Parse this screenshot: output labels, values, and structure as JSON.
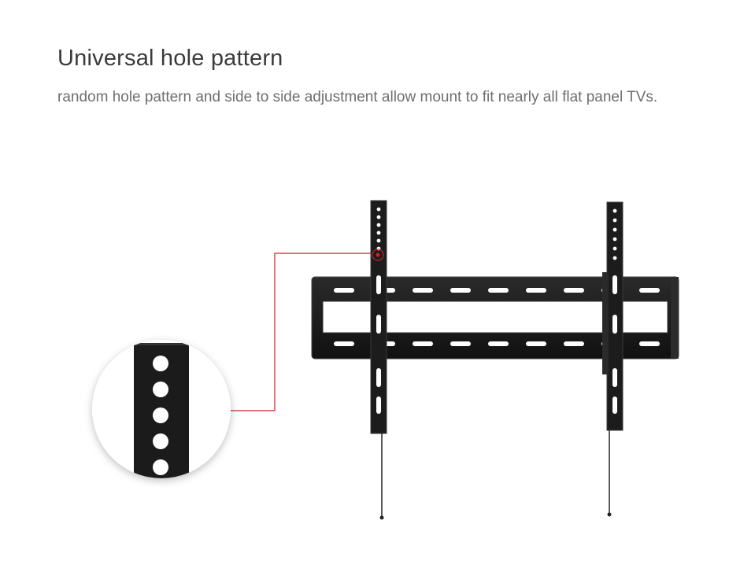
{
  "heading": {
    "title": "Universal hole pattern",
    "subtitle": "random hole pattern and side to side adjustment allow mount to fit nearly all flat panel TVs."
  },
  "colors": {
    "metal": "#1a1a1a",
    "metal_edge": "#3a3a3a",
    "callout_line": "#c0262d",
    "hole": "#ffffff"
  },
  "icons": [
    "tv-wall-mount-bracket-image",
    "zoom-callout-circle",
    "callout-leader-line"
  ]
}
